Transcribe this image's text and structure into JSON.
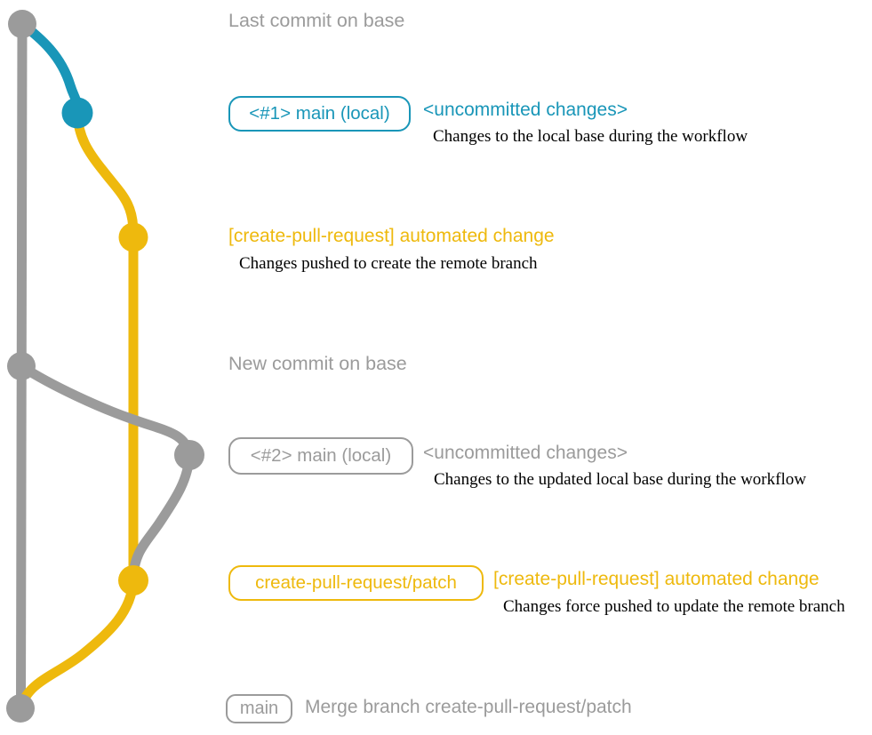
{
  "colors": {
    "gray": "#9b9b9b",
    "blue": "#1996b8",
    "yellow": "#eeb90d",
    "ink": "#000000"
  },
  "rows": {
    "last_commit": {
      "label": "Last commit on base"
    },
    "branch1": {
      "badge": "<#1> main (local)",
      "title": "<uncommitted changes>",
      "caption": "Changes to the local base during the workflow"
    },
    "automated1": {
      "title": "[create-pull-request] automated change",
      "caption": "Changes pushed to create the remote branch"
    },
    "new_commit": {
      "label": "New commit on base"
    },
    "branch2": {
      "badge": "<#2> main (local)",
      "title": "<uncommitted changes>",
      "caption": "Changes to the updated local base during the workflow"
    },
    "automated2": {
      "badge": "create-pull-request/patch",
      "title": "[create-pull-request] automated change",
      "caption": "Changes force pushed to update the remote branch"
    },
    "merge": {
      "badge": "main",
      "title": "Merge branch create-pull-request/patch"
    }
  }
}
